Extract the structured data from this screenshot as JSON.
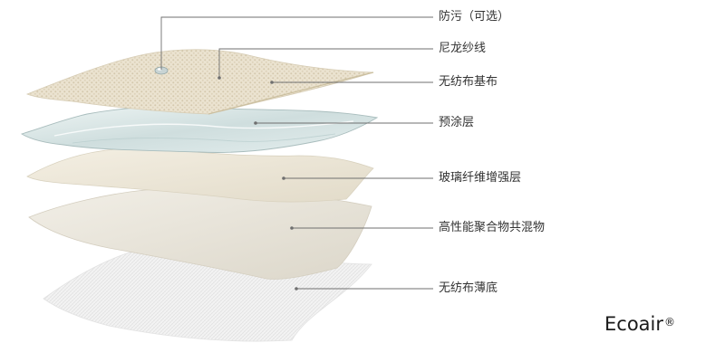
{
  "layers": [
    {
      "label": "防污（可选）"
    },
    {
      "label": "尼龙纱线"
    },
    {
      "label": "无纺布基布"
    },
    {
      "label": "预涂层"
    },
    {
      "label": "玻璃纤维增强层"
    },
    {
      "label": "高性能聚合物共混物"
    },
    {
      "label": "无纺布薄底"
    }
  ],
  "brand": {
    "name": "Ecoair",
    "mark": "®"
  },
  "colors": {
    "leader": "#6f6f6f",
    "label_text": "#333333",
    "top_fabric": "#e6ddc9",
    "pre_coat": "#d9e6e6",
    "fiberglass": "#ece6d6",
    "polymer": "#e9e5da",
    "backing": "#f1f1f1"
  }
}
